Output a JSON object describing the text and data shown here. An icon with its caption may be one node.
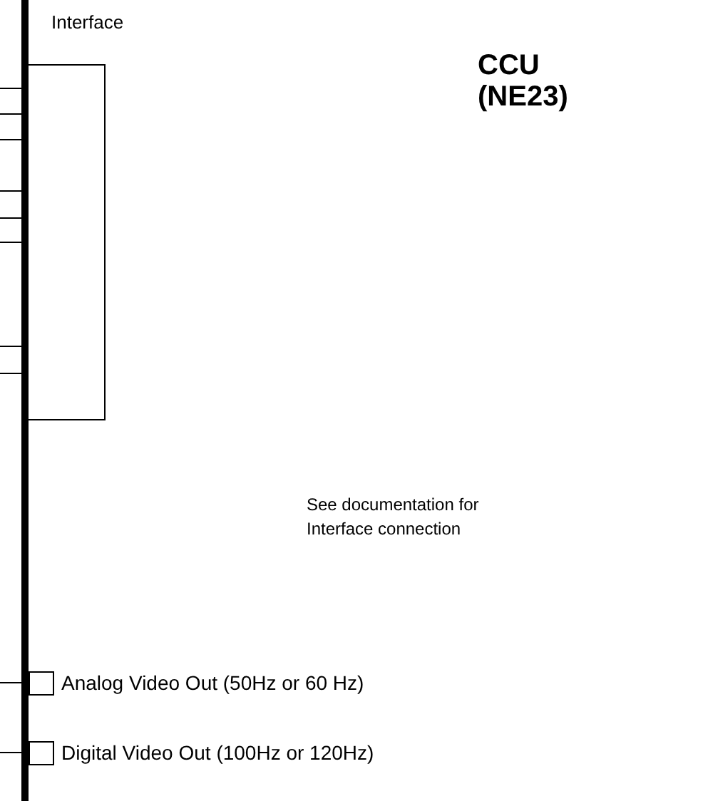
{
  "diagram": {
    "nodes": [
      {
        "text": [
          "CCU (NE23)"
        ]
      },
      {
        "text": [
          "Interface"
        ],
        "in": 0
      },
      {
        "text": [],
        "shape": "box",
        "in": 0,
        "beside": [
          "Analog Video Out (50Hz or 60 Hz)"
        ]
      },
      {
        "text": [],
        "shape": "box",
        "in": 0,
        "beside": [
          "Digital Video Out (100Hz or 120Hz)"
        ]
      }
    ],
    "edges": [
      {
        "from": 1,
        "to": null,
        "arrow": "none"
      },
      {
        "from": 1,
        "to": null,
        "arrow": "none"
      },
      {
        "from": 1,
        "to": null,
        "arrow": "none"
      },
      {
        "from": 1,
        "to": null,
        "arrow": "none"
      },
      {
        "from": 1,
        "to": null,
        "arrow": "none"
      },
      {
        "from": 1,
        "to": null,
        "arrow": "none"
      },
      {
        "from": 1,
        "to": null,
        "arrow": "none"
      },
      {
        "from": 1,
        "to": null,
        "arrow": "none"
      },
      {
        "from": 2,
        "to": null,
        "arrow": "none"
      },
      {
        "from": 3,
        "to": null,
        "arrow": "none"
      }
    ],
    "labels": [
      "See documentation for Interface connection"
    ]
  }
}
